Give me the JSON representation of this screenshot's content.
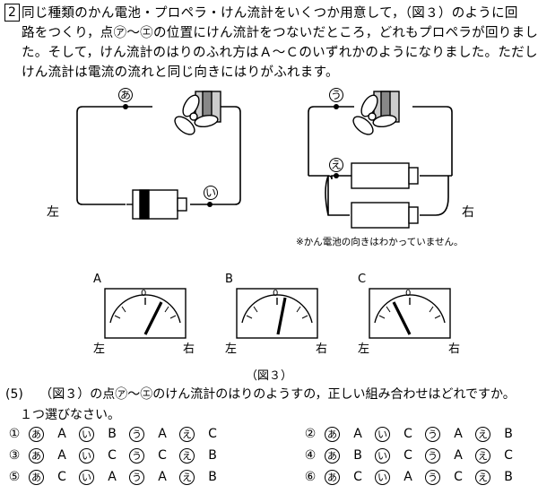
{
  "question": {
    "number": "2",
    "lines": [
      "同じ種類のかん電池・プロペラ・けん流計をいくつか用意して，（図３）のように回",
      "路をつくり，点㋐～㋓の位置にけん流計をつないだところ，どれもプロペラが回りまし",
      "た。そして，けん流計のはりのふれ方はＡ～Ｃのいずれかのようになりました。ただし，",
      "けん流計は電流の流れと同じ向きにはりがふれます。"
    ]
  },
  "figure": {
    "point_a": "あ",
    "point_i": "い",
    "point_u": "う",
    "point_e": "え",
    "left_label": "左",
    "right_label": "右",
    "note": "※かん電池の向きはわかっていません。",
    "meters": [
      {
        "letter": "A",
        "zero": "0",
        "left": "左",
        "right": "右"
      },
      {
        "letter": "B",
        "zero": "0",
        "left": "左",
        "right": "右"
      },
      {
        "letter": "C",
        "zero": "0",
        "left": "左",
        "right": "右"
      }
    ],
    "caption": "（図３）"
  },
  "q5": {
    "label": "(5)",
    "text": "（図３）の点㋐～㋓のけん流計のはりのようすの，正しい組み合わせはどれですか。",
    "text2": "１つ選びなさい。",
    "options": [
      {
        "num": "①",
        "items": [
          "あ",
          "A",
          "い",
          "B",
          "う",
          "A",
          "え",
          "C"
        ]
      },
      {
        "num": "②",
        "items": [
          "あ",
          "A",
          "い",
          "C",
          "う",
          "A",
          "え",
          "B"
        ]
      },
      {
        "num": "③",
        "items": [
          "あ",
          "A",
          "い",
          "C",
          "う",
          "C",
          "え",
          "B"
        ]
      },
      {
        "num": "④",
        "items": [
          "あ",
          "B",
          "い",
          "C",
          "う",
          "A",
          "え",
          "C"
        ]
      },
      {
        "num": "⑤",
        "items": [
          "あ",
          "C",
          "い",
          "A",
          "う",
          "A",
          "え",
          "B"
        ]
      },
      {
        "num": "⑥",
        "items": [
          "あ",
          "C",
          "い",
          "A",
          "う",
          "C",
          "え",
          "B"
        ]
      }
    ]
  }
}
